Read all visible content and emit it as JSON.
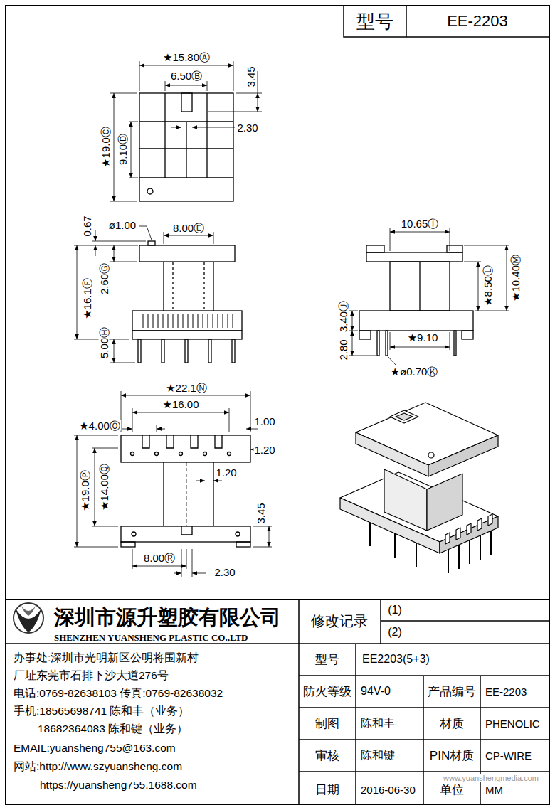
{
  "diagram": {
    "labels": [
      "型号",
      "EE-2203",
      "★15.80Ⓐ",
      "6.50Ⓑ",
      "3.45",
      "2.30",
      "★19.0Ⓒ",
      "9.10Ⓓ",
      "0.67",
      "ø1.00",
      "8.00Ⓔ",
      "2.60Ⓖ",
      "★16.1Ⓕ",
      "5.00Ⓗ",
      "10.65Ⓘ",
      "★8.50Ⓛ",
      "★10.40Ⓜ",
      "3.40Ⓙ",
      "2.80",
      "★9.10",
      "★ø0.70Ⓚ",
      "★22.1Ⓝ",
      "★16.00",
      "★4.00Ⓞ",
      "1.00",
      "1.20",
      "1.20",
      "★19.0Ⓟ",
      "★14.00Ⓠ",
      "3.45",
      "8.00Ⓡ",
      "2.30",
      "深圳市源升塑胶有限公司",
      "SHENZHEN YUANSHENG PLASTIC CO.,LTD",
      "修改记录",
      "(1)",
      "(2)",
      "型号",
      "EE2203(5+3)",
      "防火等级",
      "94V-0",
      "产品编号",
      "EE-2203",
      "制图",
      "陈和丰",
      "材质",
      "PHENOLIC",
      "审核",
      "陈和键",
      "PIN材质",
      "CP-WIRE",
      "日期",
      "2016-06-30",
      "单位",
      "MM",
      "办事处:深圳市光明新区公明将围新村",
      "厂址东莞市石排下沙大道276号",
      "电话:0769-82638103 传真:0769-82638032",
      "手机:18565698741 陈和丰（业务）",
      "18682364083 陈和键（业务）",
      "EMAIL:yuansheng755@163.com",
      "网站:http://www.szyuansheng.com",
      "https://yuansheng755.1688.com",
      "www.yuanshengmedia.com"
    ]
  }
}
